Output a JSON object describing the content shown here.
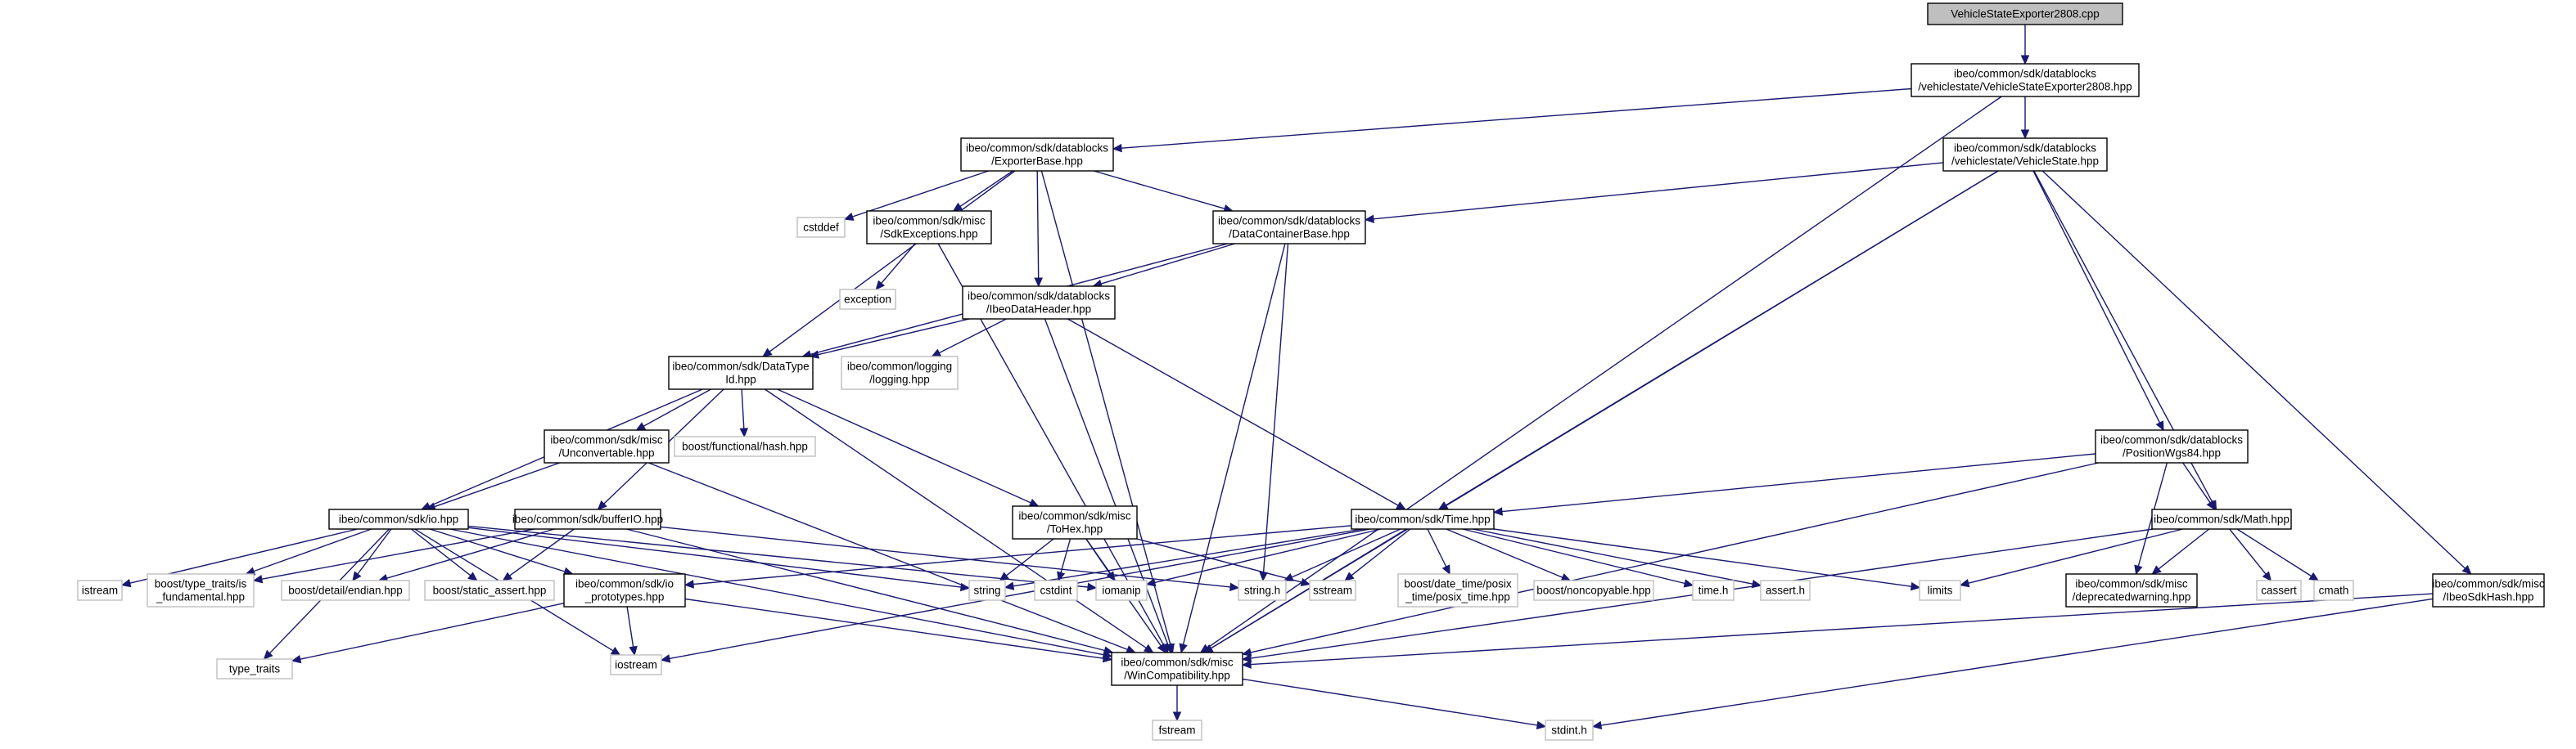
{
  "graph": {
    "title": "VehicleStateExporter2808.cpp",
    "colors": {
      "edge": "#191970",
      "node_border": "#000000",
      "external_border": "#bfbfbf",
      "root_fill": "#bfbfbf"
    },
    "nodes": [
      {
        "id": "root",
        "lines": [
          "VehicleStateExporter2808.cpp"
        ],
        "kind": "root"
      },
      {
        "id": "vse_hpp",
        "lines": [
          "ibeo/common/sdk/datablocks",
          "/vehiclestate/VehicleStateExporter2808.hpp"
        ],
        "kind": "internal"
      },
      {
        "id": "exporterbase",
        "lines": [
          "ibeo/common/sdk/datablocks",
          "/ExporterBase.hpp"
        ],
        "kind": "internal"
      },
      {
        "id": "vehiclestate",
        "lines": [
          "ibeo/common/sdk/datablocks",
          "/vehiclestate/VehicleState.hpp"
        ],
        "kind": "internal"
      },
      {
        "id": "cstddef",
        "lines": [
          "cstddef"
        ],
        "kind": "external"
      },
      {
        "id": "sdkexceptions",
        "lines": [
          "ibeo/common/sdk/misc",
          "/SdkExceptions.hpp"
        ],
        "kind": "internal"
      },
      {
        "id": "datacontainerbase",
        "lines": [
          "ibeo/common/sdk/datablocks",
          "/DataContainerBase.hpp"
        ],
        "kind": "internal"
      },
      {
        "id": "exception",
        "lines": [
          "exception"
        ],
        "kind": "external"
      },
      {
        "id": "ibeodataheader",
        "lines": [
          "ibeo/common/sdk/datablocks",
          "/IbeoDataHeader.hpp"
        ],
        "kind": "internal"
      },
      {
        "id": "datatypeid",
        "lines": [
          "ibeo/common/sdk/DataType",
          "Id.hpp"
        ],
        "kind": "internal"
      },
      {
        "id": "logging",
        "lines": [
          "ibeo/common/logging",
          "/logging.hpp"
        ],
        "kind": "external"
      },
      {
        "id": "unconvertable",
        "lines": [
          "ibeo/common/sdk/misc",
          "/Unconvertable.hpp"
        ],
        "kind": "internal"
      },
      {
        "id": "hash",
        "lines": [
          "boost/functional/hash.hpp"
        ],
        "kind": "external"
      },
      {
        "id": "positionwgs84",
        "lines": [
          "ibeo/common/sdk/datablocks",
          "/PositionWgs84.hpp"
        ],
        "kind": "internal"
      },
      {
        "id": "io",
        "lines": [
          "ibeo/common/sdk/io.hpp"
        ],
        "kind": "internal"
      },
      {
        "id": "bufferio",
        "lines": [
          "ibeo/common/sdk/bufferIO.hpp"
        ],
        "kind": "internal"
      },
      {
        "id": "tohex",
        "lines": [
          "ibeo/common/sdk/misc",
          "/ToHex.hpp"
        ],
        "kind": "internal"
      },
      {
        "id": "time",
        "lines": [
          "ibeo/common/sdk/Time.hpp"
        ],
        "kind": "internal"
      },
      {
        "id": "math",
        "lines": [
          "ibeo/common/sdk/Math.hpp"
        ],
        "kind": "internal"
      },
      {
        "id": "istream",
        "lines": [
          "istream"
        ],
        "kind": "external"
      },
      {
        "id": "is_fundamental",
        "lines": [
          "boost/type_traits/is",
          "_fundamental.hpp"
        ],
        "kind": "external"
      },
      {
        "id": "endian",
        "lines": [
          "boost/detail/endian.hpp"
        ],
        "kind": "external"
      },
      {
        "id": "static_assert",
        "lines": [
          "boost/static_assert.hpp"
        ],
        "kind": "external"
      },
      {
        "id": "io_prototypes",
        "lines": [
          "ibeo/common/sdk/io",
          "_prototypes.hpp"
        ],
        "kind": "internal"
      },
      {
        "id": "string",
        "lines": [
          "string"
        ],
        "kind": "external"
      },
      {
        "id": "cstdint",
        "lines": [
          "cstdint"
        ],
        "kind": "external"
      },
      {
        "id": "iomanip",
        "lines": [
          "iomanip"
        ],
        "kind": "external"
      },
      {
        "id": "string_h",
        "lines": [
          "string.h"
        ],
        "kind": "external"
      },
      {
        "id": "sstream",
        "lines": [
          "sstream"
        ],
        "kind": "external"
      },
      {
        "id": "posix_time",
        "lines": [
          "boost/date_time/posix",
          "_time/posix_time.hpp"
        ],
        "kind": "external"
      },
      {
        "id": "noncopyable",
        "lines": [
          "boost/noncopyable.hpp"
        ],
        "kind": "external"
      },
      {
        "id": "time_h",
        "lines": [
          "time.h"
        ],
        "kind": "external"
      },
      {
        "id": "assert_h",
        "lines": [
          "assert.h"
        ],
        "kind": "external"
      },
      {
        "id": "limits",
        "lines": [
          "limits"
        ],
        "kind": "external"
      },
      {
        "id": "deprecatedwarning",
        "lines": [
          "ibeo/common/sdk/misc",
          "/deprecatedwarning.hpp"
        ],
        "kind": "internal"
      },
      {
        "id": "cassert",
        "lines": [
          "cassert"
        ],
        "kind": "external"
      },
      {
        "id": "cmath",
        "lines": [
          "cmath"
        ],
        "kind": "external"
      },
      {
        "id": "ibeosdkhash",
        "lines": [
          "ibeo/common/sdk/misc",
          "/IbeoSdkHash.hpp"
        ],
        "kind": "internal"
      },
      {
        "id": "type_traits",
        "lines": [
          "type_traits"
        ],
        "kind": "external"
      },
      {
        "id": "iostream",
        "lines": [
          "iostream"
        ],
        "kind": "external"
      },
      {
        "id": "wincompat",
        "lines": [
          "ibeo/common/sdk/misc",
          "/WinCompatibility.hpp"
        ],
        "kind": "internal"
      },
      {
        "id": "fstream",
        "lines": [
          "fstream"
        ],
        "kind": "external"
      },
      {
        "id": "stdint",
        "lines": [
          "stdint.h"
        ],
        "kind": "external"
      }
    ],
    "edges": [
      [
        "root",
        "vse_hpp"
      ],
      [
        "vse_hpp",
        "exporterbase"
      ],
      [
        "vse_hpp",
        "vehiclestate"
      ],
      [
        "vse_hpp",
        "wincompat"
      ],
      [
        "exporterbase",
        "cstddef"
      ],
      [
        "exporterbase",
        "sdkexceptions"
      ],
      [
        "exporterbase",
        "datacontainerbase"
      ],
      [
        "exporterbase",
        "ibeodataheader"
      ],
      [
        "exporterbase",
        "datatypeid"
      ],
      [
        "exporterbase",
        "wincompat"
      ],
      [
        "vehiclestate",
        "datacontainerbase"
      ],
      [
        "vehiclestate",
        "time"
      ],
      [
        "vehiclestate",
        "positionwgs84"
      ],
      [
        "vehiclestate",
        "math"
      ],
      [
        "vehiclestate",
        "ibeosdkhash"
      ],
      [
        "vehiclestate",
        "wincompat"
      ],
      [
        "sdkexceptions",
        "exception"
      ],
      [
        "sdkexceptions",
        "wincompat"
      ],
      [
        "datacontainerbase",
        "ibeodataheader"
      ],
      [
        "datacontainerbase",
        "datatypeid"
      ],
      [
        "datacontainerbase",
        "string_h"
      ],
      [
        "datacontainerbase",
        "wincompat"
      ],
      [
        "ibeodataheader",
        "datatypeid"
      ],
      [
        "ibeodataheader",
        "logging"
      ],
      [
        "ibeodataheader",
        "time"
      ],
      [
        "ibeodataheader",
        "wincompat"
      ],
      [
        "datatypeid",
        "unconvertable"
      ],
      [
        "datatypeid",
        "hash"
      ],
      [
        "datatypeid",
        "io"
      ],
      [
        "datatypeid",
        "bufferio"
      ],
      [
        "datatypeid",
        "tohex"
      ],
      [
        "datatypeid",
        "wincompat"
      ],
      [
        "unconvertable",
        "io"
      ],
      [
        "unconvertable",
        "wincompat"
      ],
      [
        "io",
        "istream"
      ],
      [
        "io",
        "is_fundamental"
      ],
      [
        "io",
        "endian"
      ],
      [
        "io",
        "static_assert"
      ],
      [
        "io",
        "io_prototypes"
      ],
      [
        "io",
        "string"
      ],
      [
        "io",
        "iomanip"
      ],
      [
        "io",
        "type_traits"
      ],
      [
        "io",
        "iostream"
      ],
      [
        "io",
        "wincompat"
      ],
      [
        "bufferio",
        "is_fundamental"
      ],
      [
        "bufferio",
        "endian"
      ],
      [
        "bufferio",
        "static_assert"
      ],
      [
        "bufferio",
        "string_h"
      ],
      [
        "bufferio",
        "wincompat"
      ],
      [
        "tohex",
        "cstdint"
      ],
      [
        "tohex",
        "iomanip"
      ],
      [
        "tohex",
        "sstream"
      ],
      [
        "tohex",
        "string"
      ],
      [
        "tohex",
        "wincompat"
      ],
      [
        "time",
        "io_prototypes"
      ],
      [
        "time",
        "string"
      ],
      [
        "time",
        "iomanip"
      ],
      [
        "time",
        "string_h"
      ],
      [
        "time",
        "sstream"
      ],
      [
        "time",
        "posix_time"
      ],
      [
        "time",
        "noncopyable"
      ],
      [
        "time",
        "time_h"
      ],
      [
        "time",
        "assert_h"
      ],
      [
        "time",
        "limits"
      ],
      [
        "time",
        "iostream"
      ],
      [
        "time",
        "wincompat"
      ],
      [
        "positionwgs84",
        "time"
      ],
      [
        "positionwgs84",
        "math"
      ],
      [
        "positionwgs84",
        "deprecatedwarning"
      ],
      [
        "positionwgs84",
        "wincompat"
      ],
      [
        "math",
        "limits"
      ],
      [
        "math",
        "deprecatedwarning"
      ],
      [
        "math",
        "cassert"
      ],
      [
        "math",
        "cmath"
      ],
      [
        "math",
        "wincompat"
      ],
      [
        "ibeosdkhash",
        "wincompat"
      ],
      [
        "ibeosdkhash",
        "stdint"
      ],
      [
        "io_prototypes",
        "type_traits"
      ],
      [
        "io_prototypes",
        "iostream"
      ],
      [
        "io_prototypes",
        "wincompat"
      ],
      [
        "wincompat",
        "fstream"
      ],
      [
        "wincompat",
        "stdint"
      ]
    ]
  }
}
